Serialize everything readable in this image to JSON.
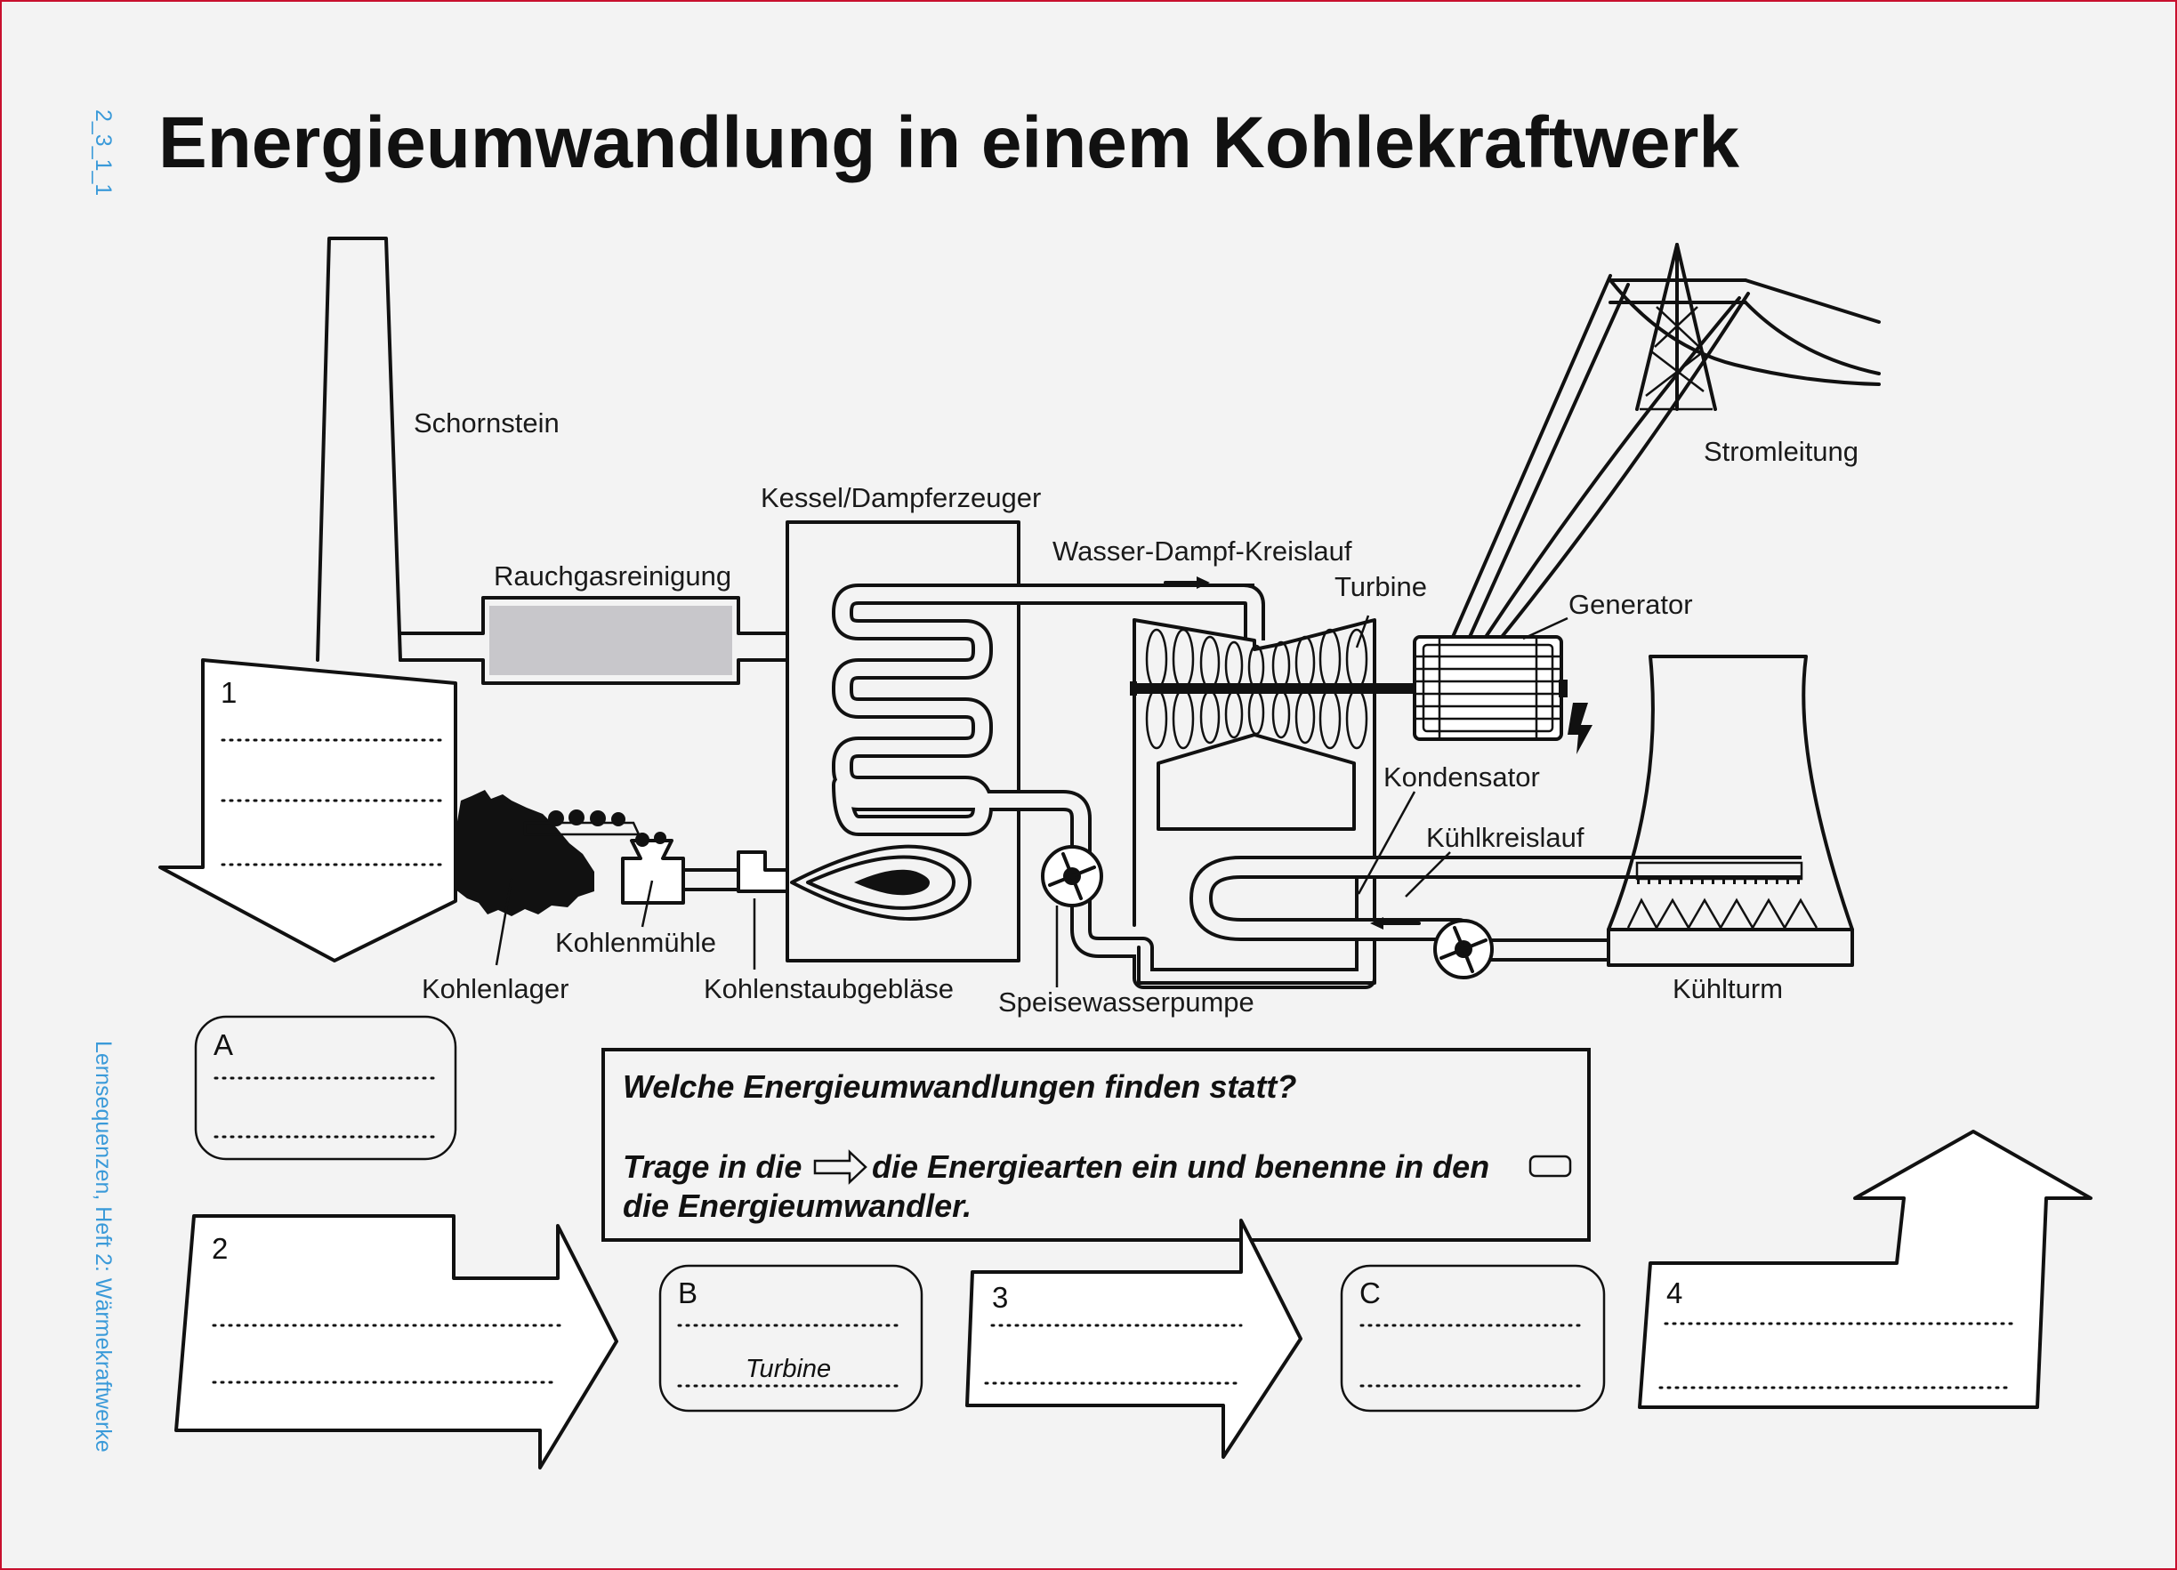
{
  "page": {
    "title": "Energieumwandlung in einem Kohlekraftwerk",
    "code": "2_3_1_1",
    "series": "Lernsequenzen, Heft 2: Wärmekraftwerke"
  },
  "components": {
    "chimney": "Schornstein",
    "flue_gas_cleaning": "Rauchgasreinigung",
    "boiler": "Kessel/Dampferzeuger",
    "water_steam_cycle": "Wasser-Dampf-Kreislauf",
    "turbine": "Turbine",
    "generator": "Generator",
    "power_line": "Stromleitung",
    "condenser": "Kondensator",
    "cooling_cycle": "Kühlkreislauf",
    "cooling_tower": "Kühlturm",
    "coal_mill": "Kohlenmühle",
    "coal_storage": "Kohlenlager",
    "coal_dust_blower": "Kohlenstaubgebläse",
    "feedwater_pump": "Speisewasserpumpe"
  },
  "instructions": {
    "question": "Welche Energieumwandlungen finden statt?",
    "line1_a": "Trage in die",
    "line1_b": "die Energiearten ein und benenne in den",
    "line2": "die Energieumwandler."
  },
  "worksheet": {
    "arrow_1": "1",
    "arrow_2": "2",
    "arrow_3": "3",
    "arrow_4": "4",
    "box_a": "A",
    "box_b": "B",
    "box_b_answer": "Turbine",
    "box_c": "C"
  },
  "colors": {
    "frame": "#c8102e",
    "side_text": "#3a9ad9",
    "filter": "#c8c7cb"
  }
}
